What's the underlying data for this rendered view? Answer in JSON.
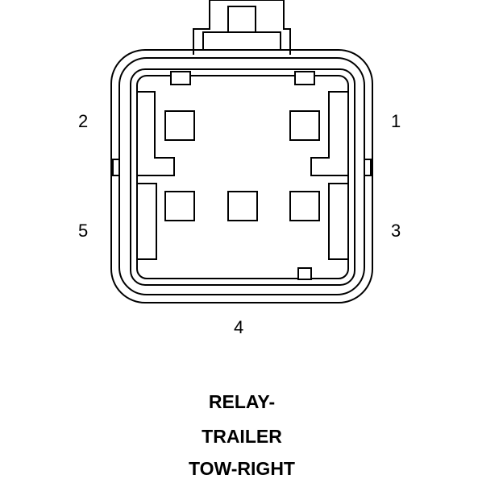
{
  "pins": {
    "p1": "1",
    "p2": "2",
    "p3": "3",
    "p4": "4",
    "p5": "5"
  },
  "caption": {
    "line1": "RELAY-",
    "line2": "TRAILER",
    "line3": "TOW-RIGHT"
  },
  "colors": {
    "stroke": "#000000",
    "background": "#ffffff"
  }
}
